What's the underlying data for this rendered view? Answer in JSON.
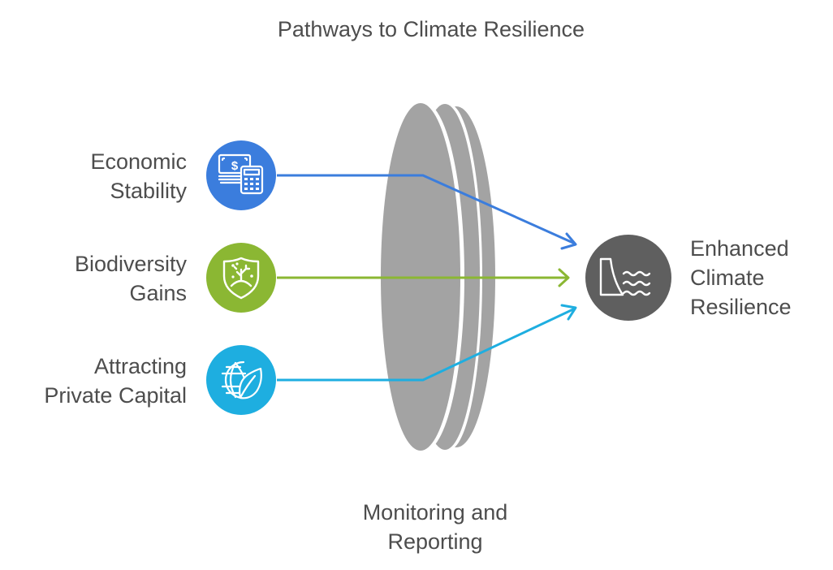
{
  "title": "Pathways to Climate Resilience",
  "filter": {
    "label_lines": [
      "Monitoring and",
      "Reporting"
    ],
    "icon": "lens-filter",
    "color": "#a3a3a3"
  },
  "inputs": [
    {
      "label_lines": [
        "Economic",
        "Stability"
      ],
      "icon": "money-calculator-icon",
      "color": "#3b7ddd"
    },
    {
      "label_lines": [
        "Biodiversity",
        "Gains"
      ],
      "icon": "shield-plant-icon",
      "color": "#8bb733"
    },
    {
      "label_lines": [
        "Attracting",
        "Private Capital"
      ],
      "icon": "globe-leaf-icon",
      "color": "#1eaee0"
    }
  ],
  "output": {
    "label_lines": [
      "Enhanced",
      "Climate",
      "Resilience"
    ],
    "icon": "dam-water-icon",
    "color": "#5f5f5f"
  }
}
